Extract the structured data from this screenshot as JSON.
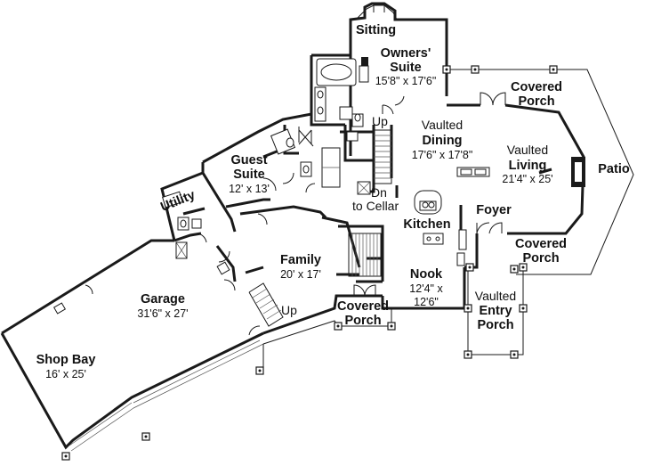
{
  "rooms": {
    "sitting": {
      "name": "Sitting"
    },
    "owners_suite": {
      "name_line1": "Owners'",
      "name_line2": "Suite",
      "dims": "15'8\" x 17'6\""
    },
    "covered_porch_top": {
      "line1": "Covered",
      "line2": "Porch"
    },
    "dining": {
      "prefix": "Vaulted",
      "name": "Dining",
      "dims": "17'6\" x 17'8\""
    },
    "living": {
      "prefix": "Vaulted",
      "name": "Living",
      "dims": "21'4\" x 25'"
    },
    "patio": {
      "name": "Patio"
    },
    "guest_suite": {
      "name_line1": "Guest",
      "name_line2": "Suite",
      "dims": "12' x 13'"
    },
    "utility": {
      "name": "Utility"
    },
    "stairs_up_top": {
      "label": "Up"
    },
    "stairs_down": {
      "label_line1": "Dn",
      "label_line2": "to Cellar"
    },
    "kitchen": {
      "name": "Kitchen"
    },
    "foyer": {
      "name": "Foyer"
    },
    "covered_porch_right": {
      "line1": "Covered",
      "line2": "Porch"
    },
    "family": {
      "name": "Family",
      "dims": "20' x 17'"
    },
    "nook": {
      "name": "Nook",
      "dims_line1": "12'4\" x",
      "dims_line2": "12'6\""
    },
    "entry_porch": {
      "prefix": "Vaulted",
      "name_line1": "Entry",
      "name_line2": "Porch"
    },
    "garage": {
      "name": "Garage",
      "dims": "31'6\" x 27'"
    },
    "shop_bay": {
      "name": "Shop Bay",
      "dims": "16' x 25'"
    },
    "stairs_up_family": {
      "label": "Up"
    },
    "covered_porch_bottom": {
      "line1": "Covered",
      "line2": "Porch"
    }
  }
}
